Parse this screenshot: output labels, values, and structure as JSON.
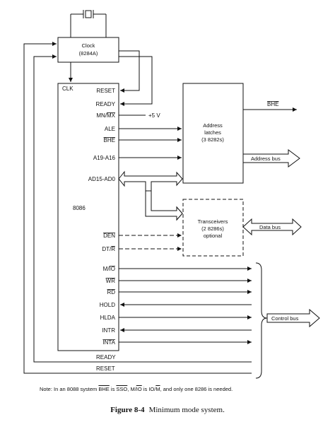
{
  "crystal": {
    "icon": "crystal-oscillator-icon"
  },
  "clock_block": {
    "line1": "Clock",
    "line2": "(8284A)"
  },
  "cpu": {
    "name": "8086",
    "clk_label": "CLK"
  },
  "cpu_pins": {
    "reset": "RESET",
    "ready": "READY",
    "mn_mx": "MN/MX",
    "mn_mx_prefix": "MN/",
    "mn_mx_bar": "MX",
    "plus5v": "+5 V",
    "ale": "ALE",
    "bhe": "BHE",
    "a19_a16": "A19-A16",
    "ad15_ad0": "AD15-AD0",
    "den": "DEN",
    "dt_r": "DT/R",
    "dt_r_prefix": "DT/",
    "dt_r_bar": "R",
    "m_io": "M/IO",
    "m_io_prefix": "M/",
    "m_io_bar": "IO",
    "wr": "WR",
    "rd": "RD",
    "hold": "HOLD",
    "hlda": "HLDA",
    "intr": "INTR",
    "inta": "INTA",
    "inta_bar": "INTA"
  },
  "address_latches": {
    "line1": "Address",
    "line2": "latches",
    "line3": "(3 8282s)"
  },
  "transceivers": {
    "line1": "Transceivers",
    "line2": "(2 8286s)",
    "line3": "optional"
  },
  "outputs": {
    "bhe": "BHE",
    "address_bus": "Address bus",
    "data_bus": "Data bus",
    "control_bus": "Control bus"
  },
  "bottom_lines": {
    "ready": "READY",
    "reset": "RESET"
  },
  "note": {
    "prefix": "Note:  In an 8088 system",
    "bhe": "BHE",
    "is1": "is",
    "sso": "SSO",
    "comma": ",",
    "mio_prefix": "M/",
    "mio_bar": "IO",
    "is2": "is IO/",
    "io_bar2": "M",
    "suffix": ", and only one 8286 is needed."
  },
  "caption": {
    "label": "Figure 8-4",
    "title": "Minimum mode system."
  }
}
